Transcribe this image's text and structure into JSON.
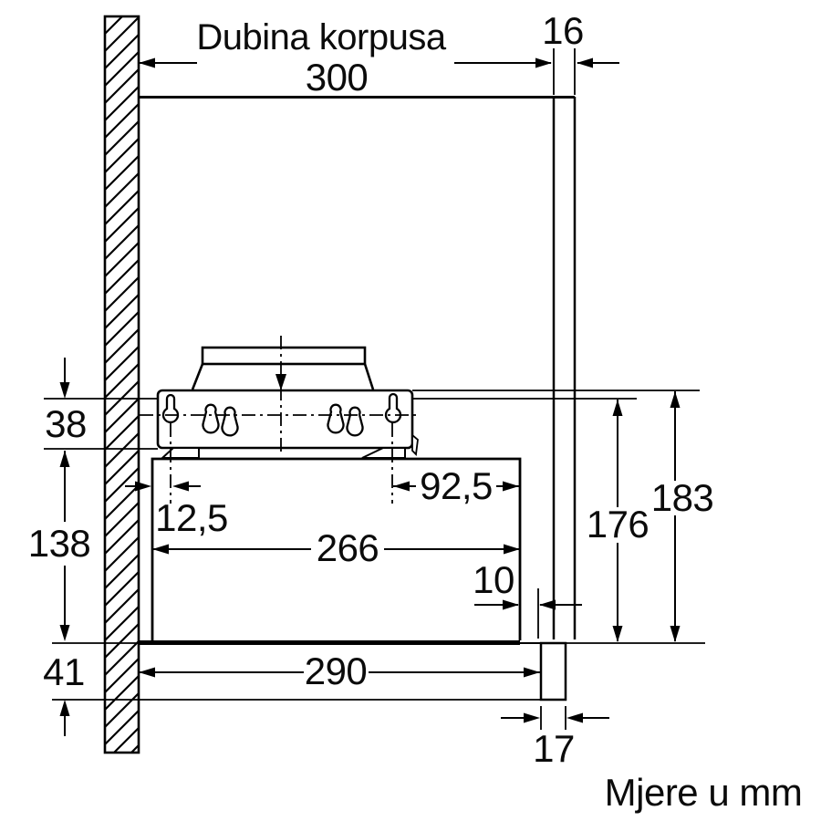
{
  "drawing": {
    "title": "Dubina korpusa",
    "units_note": "Mjere u mm",
    "line_color": "#000000",
    "background": "#ffffff"
  },
  "dimensions": {
    "cabinet_depth": "300",
    "front_panel_thickness": "16",
    "top_clearance": "38",
    "body_height": "138",
    "visor_strip_height": "41",
    "left_keyhole_inset": "12,5",
    "right_keyhole_inset": "92,5",
    "body_depth": "266",
    "front_gap": "10",
    "keyline_to_bottom": "176",
    "plate_top_to_bottom": "183",
    "pullout_depth": "290",
    "drawer_front_thickness": "17"
  }
}
